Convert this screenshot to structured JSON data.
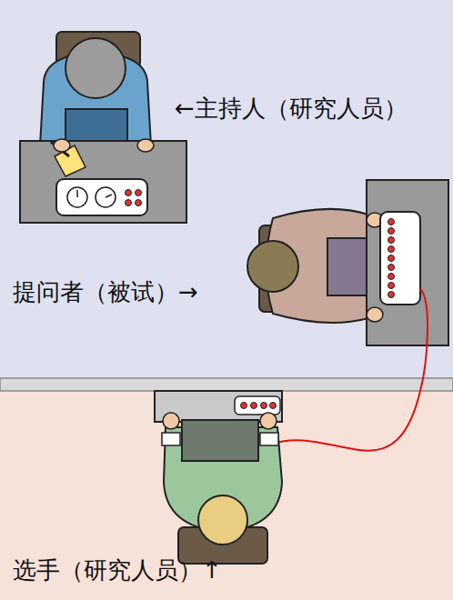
{
  "diagram": {
    "labels": [
      "←主持人（研究人员）",
      "提问者（被试）→",
      "选手（研究人员）↑"
    ]
  }
}
